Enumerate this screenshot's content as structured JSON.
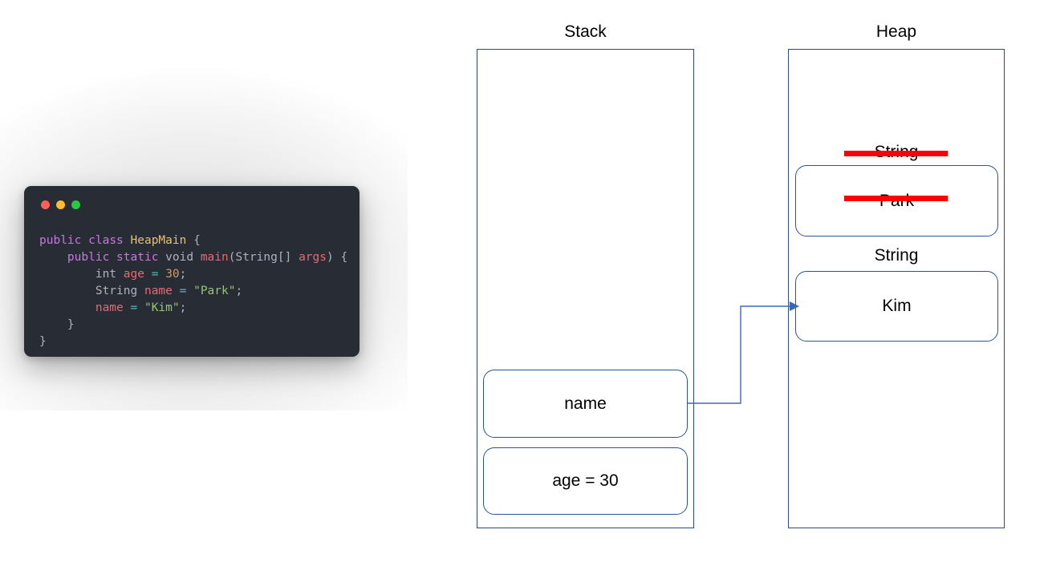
{
  "code_window": {
    "dots": [
      {
        "name": "close-dot",
        "color": "#ff5f56"
      },
      {
        "name": "minimize-dot",
        "color": "#febc2e"
      },
      {
        "name": "maximize-dot",
        "color": "#28c840"
      }
    ],
    "language": "java",
    "lines": [
      [
        {
          "t": "public",
          "c": "kw"
        },
        {
          "t": " ",
          "c": "punc"
        },
        {
          "t": "class",
          "c": "kw"
        },
        {
          "t": " ",
          "c": "punc"
        },
        {
          "t": "HeapMain",
          "c": "cls"
        },
        {
          "t": " {",
          "c": "punc"
        }
      ],
      [
        {
          "t": "    ",
          "c": "punc"
        },
        {
          "t": "public",
          "c": "kw"
        },
        {
          "t": " ",
          "c": "punc"
        },
        {
          "t": "static",
          "c": "kw"
        },
        {
          "t": " ",
          "c": "punc"
        },
        {
          "t": "void",
          "c": "type"
        },
        {
          "t": " ",
          "c": "punc"
        },
        {
          "t": "main",
          "c": "fn"
        },
        {
          "t": "(",
          "c": "punc"
        },
        {
          "t": "String[]",
          "c": "type"
        },
        {
          "t": " ",
          "c": "punc"
        },
        {
          "t": "args",
          "c": "var"
        },
        {
          "t": ") {",
          "c": "punc"
        }
      ],
      [
        {
          "t": "        ",
          "c": "punc"
        },
        {
          "t": "int",
          "c": "type"
        },
        {
          "t": " ",
          "c": "punc"
        },
        {
          "t": "age",
          "c": "var"
        },
        {
          "t": " ",
          "c": "punc"
        },
        {
          "t": "=",
          "c": "op"
        },
        {
          "t": " ",
          "c": "punc"
        },
        {
          "t": "30",
          "c": "num"
        },
        {
          "t": ";",
          "c": "punc"
        }
      ],
      [
        {
          "t": "        ",
          "c": "punc"
        },
        {
          "t": "String",
          "c": "type"
        },
        {
          "t": " ",
          "c": "punc"
        },
        {
          "t": "name",
          "c": "var"
        },
        {
          "t": " ",
          "c": "punc"
        },
        {
          "t": "=",
          "c": "op"
        },
        {
          "t": " ",
          "c": "punc"
        },
        {
          "t": "\"Park\"",
          "c": "str"
        },
        {
          "t": ";",
          "c": "punc"
        }
      ],
      [
        {
          "t": "        ",
          "c": "punc"
        },
        {
          "t": "name",
          "c": "var"
        },
        {
          "t": " ",
          "c": "punc"
        },
        {
          "t": "=",
          "c": "op"
        },
        {
          "t": " ",
          "c": "punc"
        },
        {
          "t": "\"Kim\"",
          "c": "str"
        },
        {
          "t": ";",
          "c": "punc"
        }
      ],
      [
        {
          "t": "    }",
          "c": "punc"
        }
      ],
      [
        {
          "t": "}",
          "c": "punc"
        }
      ]
    ]
  },
  "diagram": {
    "border_color": "#2b4b80",
    "cell_border_color": "#2b5596",
    "strike_color": "#fb0007",
    "arrow_color": "#3b6ab5",
    "stack": {
      "title": "Stack",
      "cells": [
        {
          "id": "name",
          "label": "name",
          "struck": false
        },
        {
          "id": "age",
          "label": "age = 30",
          "struck": false
        }
      ]
    },
    "heap": {
      "title": "Heap",
      "objects": [
        {
          "id": "park",
          "type_label": "String",
          "value": "Park",
          "type_label_struck": true,
          "value_struck": true
        },
        {
          "id": "kim",
          "type_label": "String",
          "value": "Kim",
          "type_label_struck": false,
          "value_struck": false
        }
      ]
    },
    "connector": {
      "from": "stack.name",
      "to": "heap.kim",
      "style": "elbow-arrow"
    }
  }
}
